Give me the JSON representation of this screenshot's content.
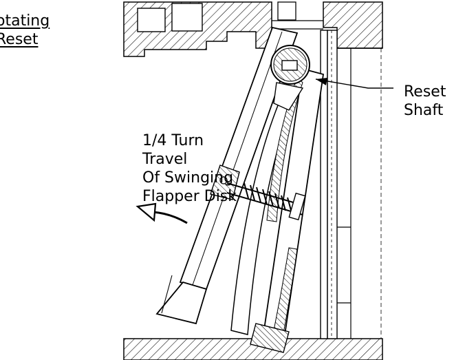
{
  "labels": {
    "title_line1": "otating",
    "title_line2": "Reset",
    "reset_line1": "Reset",
    "reset_line2": "Shaft",
    "travel_line1": "1/4 Turn",
    "travel_line2": "Travel",
    "travel_line3": "Of Swinging",
    "travel_line4": "Flapper Disk"
  },
  "colors": {
    "ink": "#000000",
    "paper": "#ffffff"
  }
}
